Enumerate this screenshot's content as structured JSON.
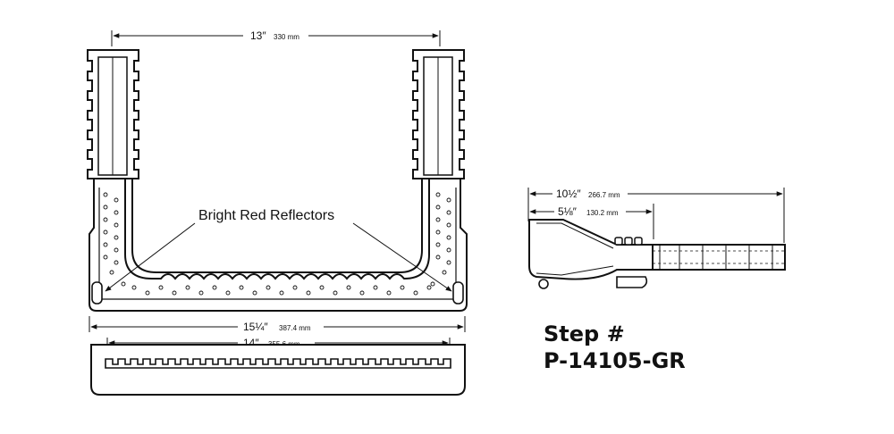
{
  "front_view": {
    "width_top": {
      "imperial": "13″",
      "metric": "330 mm"
    },
    "callout": "Bright Red Reflectors"
  },
  "bottom_view": {
    "outer_width": {
      "imperial": "15¼″",
      "metric": "387.4 mm"
    },
    "inner_width": {
      "imperial": "14″",
      "metric": "355.6 mm"
    }
  },
  "side_view": {
    "overall_length": {
      "imperial": "10½″",
      "metric": "266.7 mm"
    },
    "tread_depth": {
      "imperial": "5⅛″",
      "metric": "130.2 mm"
    }
  },
  "product": {
    "step_label": "Step #",
    "part_number": "P-14105-GR"
  }
}
